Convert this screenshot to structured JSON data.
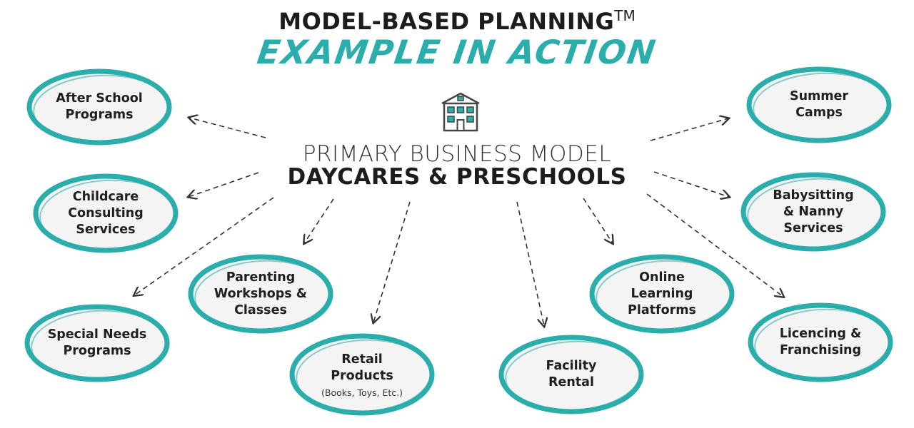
{
  "header": {
    "title": "MODEL-BASED PLANNING",
    "trademark": "TM",
    "subtitle": "EXAMPLE IN ACTION"
  },
  "center": {
    "line1": "PRIMARY BUSINESS MODEL",
    "line2": "DAYCARES & PRESCHOOLS",
    "icon": "school-building-icon"
  },
  "nodes": [
    {
      "label": "After School\nPrograms"
    },
    {
      "label": "Childcare\nConsulting\nServices"
    },
    {
      "label": "Special Needs\nPrograms"
    },
    {
      "label": "Parenting\nWorkshops &\nClasses"
    },
    {
      "label": "Retail\nProducts",
      "sublabel": "(Books, Toys, Etc.)"
    },
    {
      "label": "Facility\nRental"
    },
    {
      "label": "Online\nLearning\nPlatforms"
    },
    {
      "label": "Summer\nCamps"
    },
    {
      "label": "Babysitting\n& Nanny\nServices"
    },
    {
      "label": "Licencing &\nFranchising"
    }
  ],
  "colors": {
    "accent": "#2aadab",
    "node_fill": "#f4f4f4",
    "text": "#1f1f1f",
    "arrow": "#333333"
  }
}
